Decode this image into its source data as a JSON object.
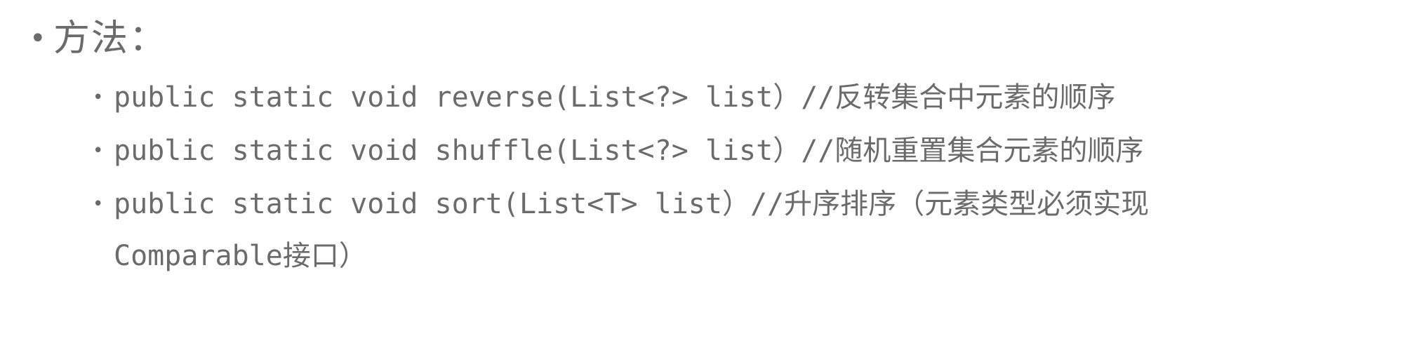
{
  "slide": {
    "background_color": "#ffffff",
    "text_color": "#6b6b6b",
    "heading": {
      "bullet_glyph": "•",
      "text": "方法："
    },
    "items": [
      {
        "bullet_glyph": "•",
        "text": "public static void reverse(List<?> list）//反转集合中元素的顺序",
        "continuation": ""
      },
      {
        "bullet_glyph": "•",
        "text": "public static void shuffle(List<?> list）//随机重置集合元素的顺序",
        "continuation": ""
      },
      {
        "bullet_glyph": "•",
        "text": "public static void sort(List<T> list）//升序排序（元素类型必须实现",
        "continuation": "Comparable接口）"
      }
    ]
  }
}
